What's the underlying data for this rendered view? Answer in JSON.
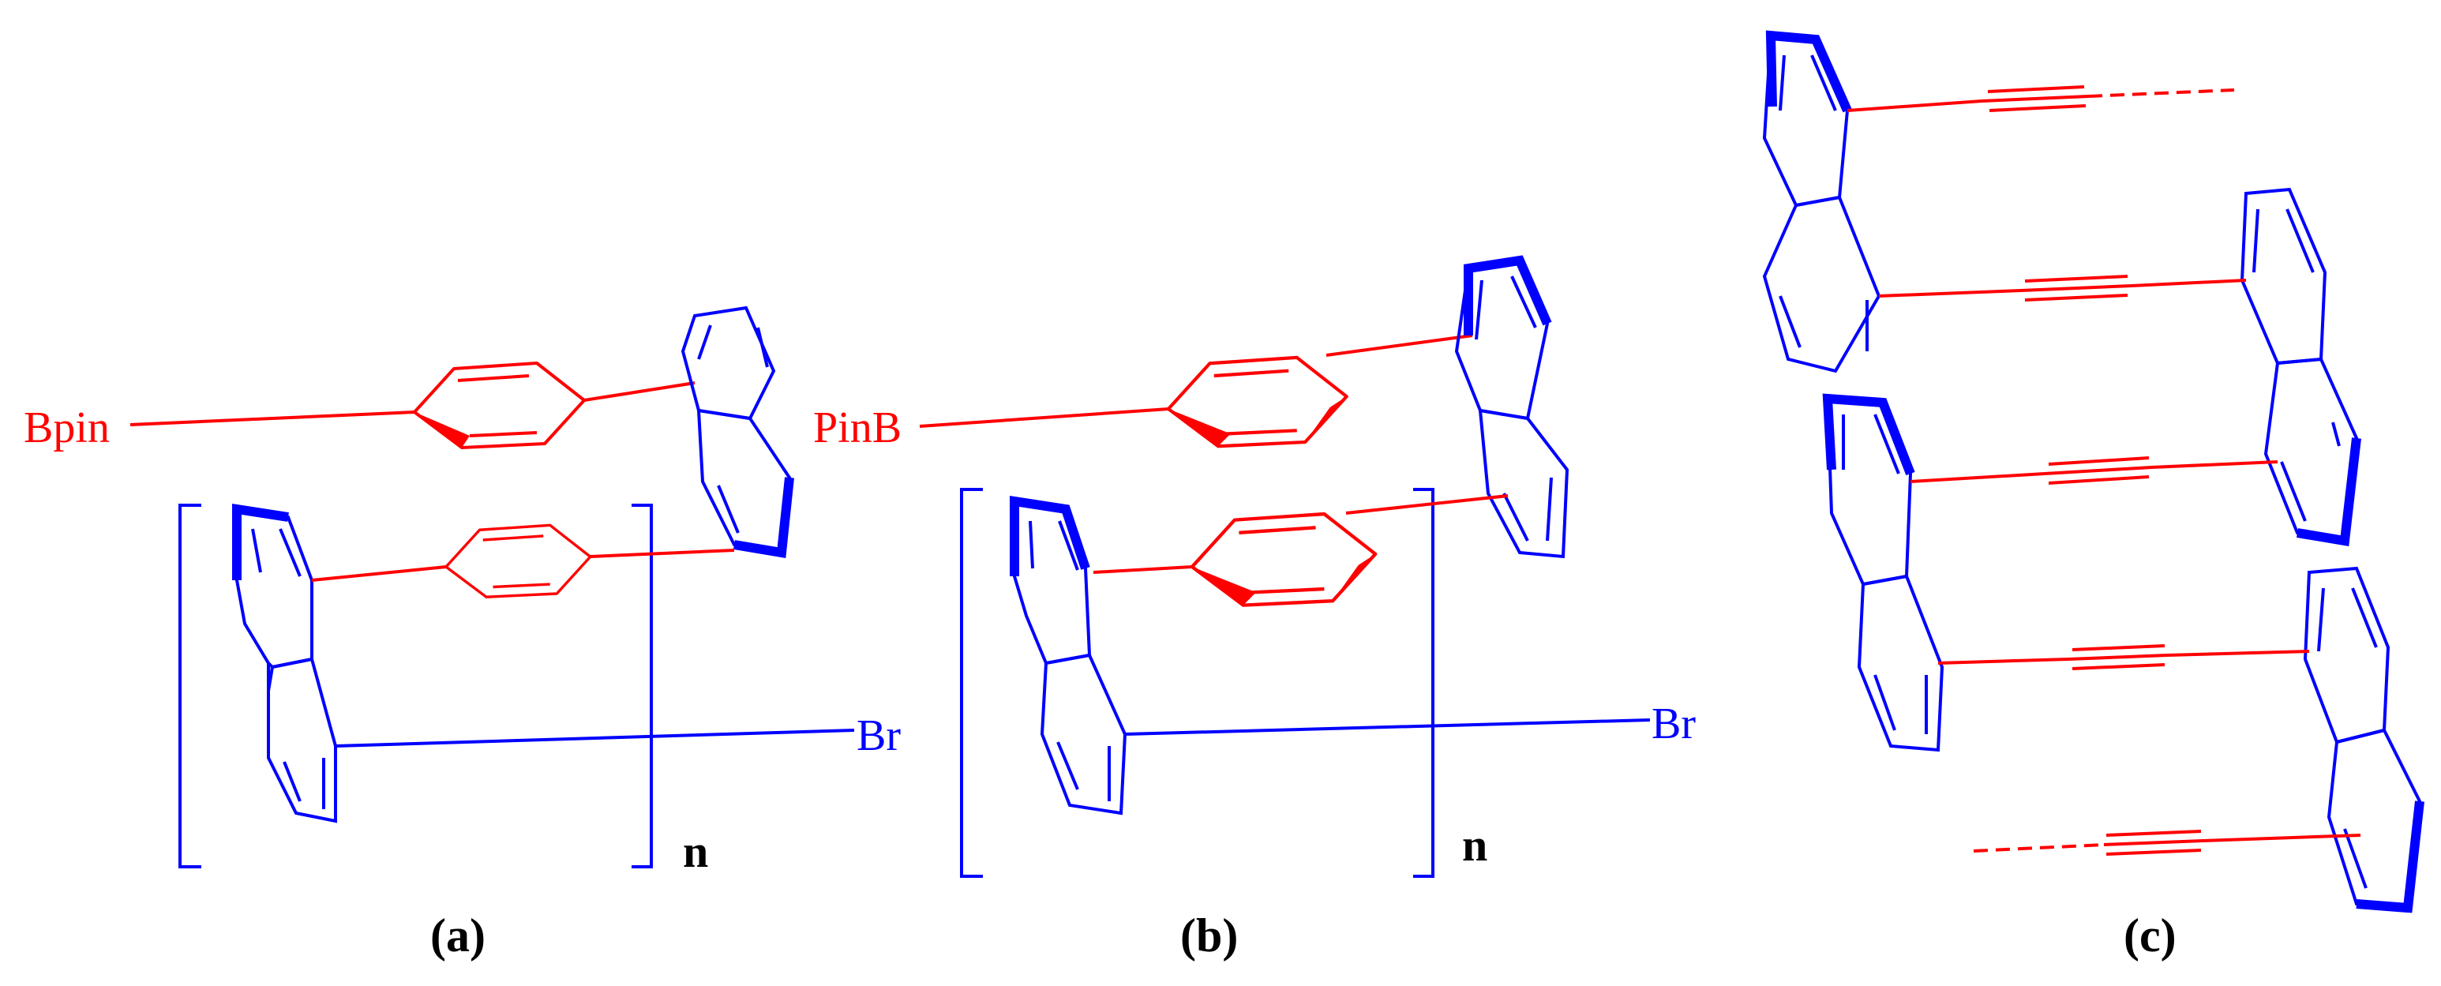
{
  "colors": {
    "polymer_core": "#0000ff",
    "linker": "#ff0000",
    "text": "#000000"
  },
  "panels": [
    {
      "id": "a",
      "caption": "(a)",
      "end_group_left": "Bpin",
      "end_group_right": "Br",
      "repeat_unit": "n"
    },
    {
      "id": "b",
      "caption": "(b)",
      "end_group_left": "PinB",
      "end_group_right": "Br",
      "repeat_unit": "n"
    },
    {
      "id": "c",
      "caption": "(c)"
    }
  ]
}
